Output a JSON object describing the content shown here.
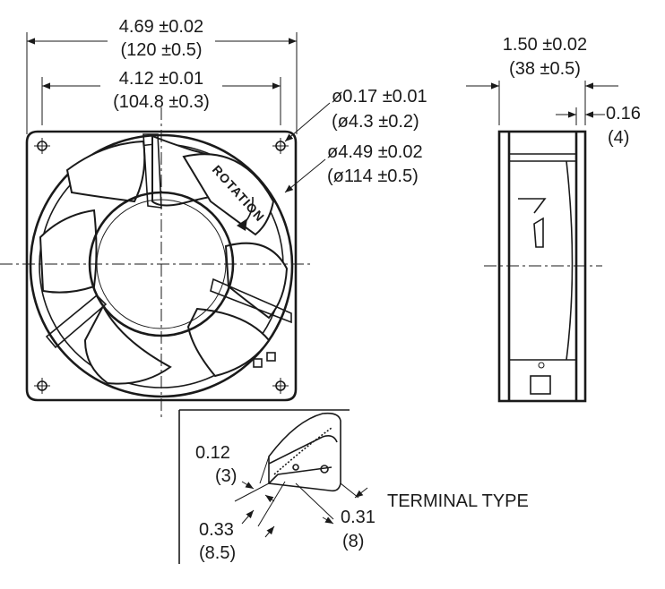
{
  "front_view": {
    "overall_width": {
      "inch": "4.69 ±0.02",
      "mm": "(120 ±0.5)"
    },
    "hole_spacing": {
      "inch": "4.12 ±0.01",
      "mm": "(104.8  ±0.3)"
    },
    "hole_diameter": {
      "inch": "ø0.17 ±0.01",
      "mm": "(ø4.3 ±0.2)"
    },
    "venturi_diameter": {
      "inch": "ø4.49 ±0.02",
      "mm": "(ø114 ±0.5)"
    },
    "rotation_label": "ROTATION"
  },
  "side_view": {
    "depth": {
      "inch": "1.50 ±0.02",
      "mm": "(38 ±0.5)"
    },
    "flange": {
      "inch": "0.16",
      "mm": "(4)"
    }
  },
  "terminal_detail": {
    "title": "TERMINAL TYPE",
    "thickness": {
      "inch": "0.12",
      "mm": "(3)"
    },
    "width": {
      "inch": "0.33",
      "mm": "(8.5)"
    },
    "length": {
      "inch": "0.31",
      "mm": "(8)"
    }
  }
}
